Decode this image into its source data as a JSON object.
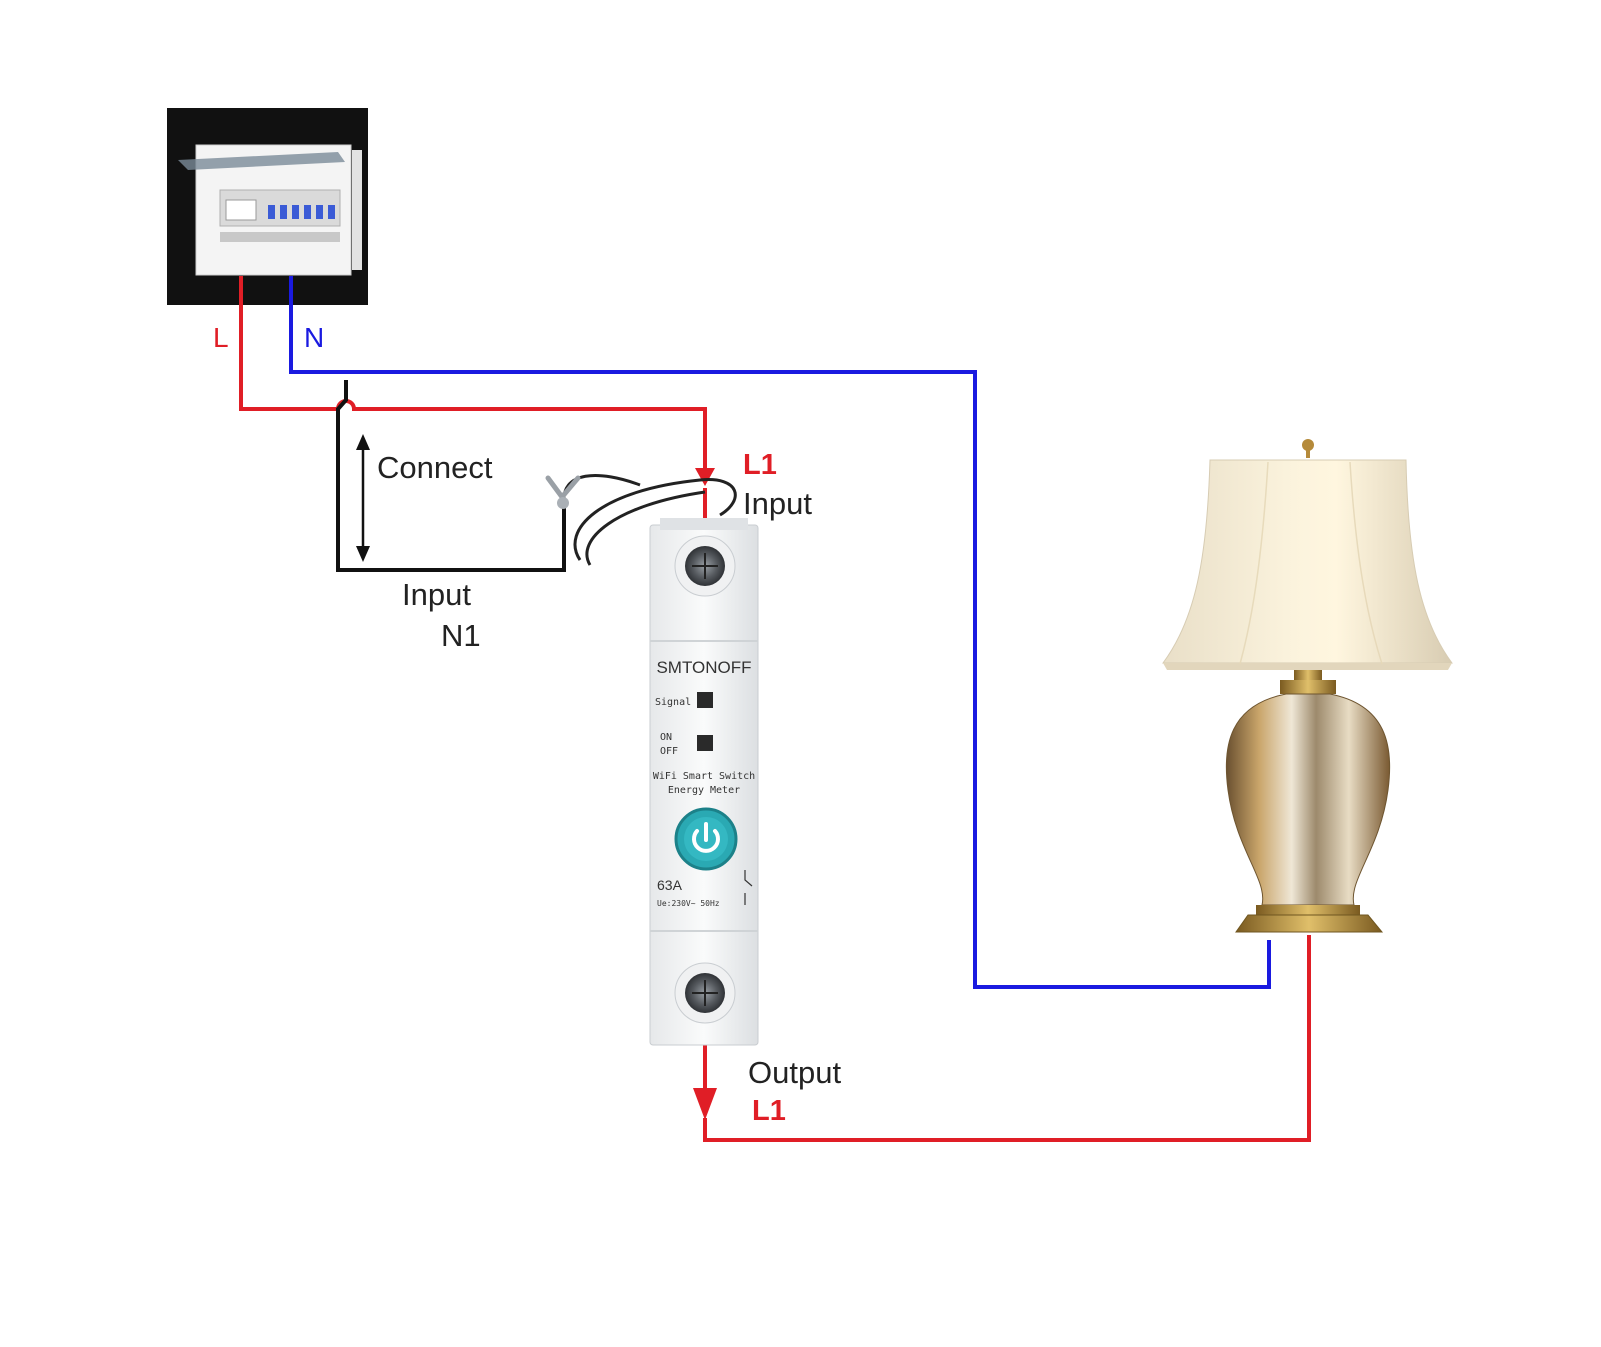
{
  "labels": {
    "live": "L",
    "neutral": "N",
    "connect": "Connect",
    "input_n1_top": "Input",
    "input_n1_bottom": "N1",
    "l1_input_code": "L1",
    "l1_input_text": "Input",
    "output_text": "Output",
    "l1_output_code": "L1"
  },
  "device": {
    "brand": "SMTONOFF",
    "signal_label": "Signal",
    "on_label": "ON",
    "off_label": "OFF",
    "desc_line1": "WiFi Smart Switch",
    "desc_line2": "Energy Meter",
    "rating": "63A",
    "spec": "Ue:230V~ 50Hz"
  },
  "colors": {
    "live_wire": "#e01e26",
    "neutral_wire": "#1a1ae0",
    "neutral_jumper": "#111111",
    "label_red": "#e01e26",
    "label_blue": "#1a1ae0",
    "text_dark": "#222222",
    "button_teal": "#2aa9b3"
  },
  "icons": {
    "distribution_box": "breaker-panel-icon",
    "smart_switch": "din-rail-switch-icon",
    "power_button": "power-icon",
    "lamp": "table-lamp-icon"
  }
}
